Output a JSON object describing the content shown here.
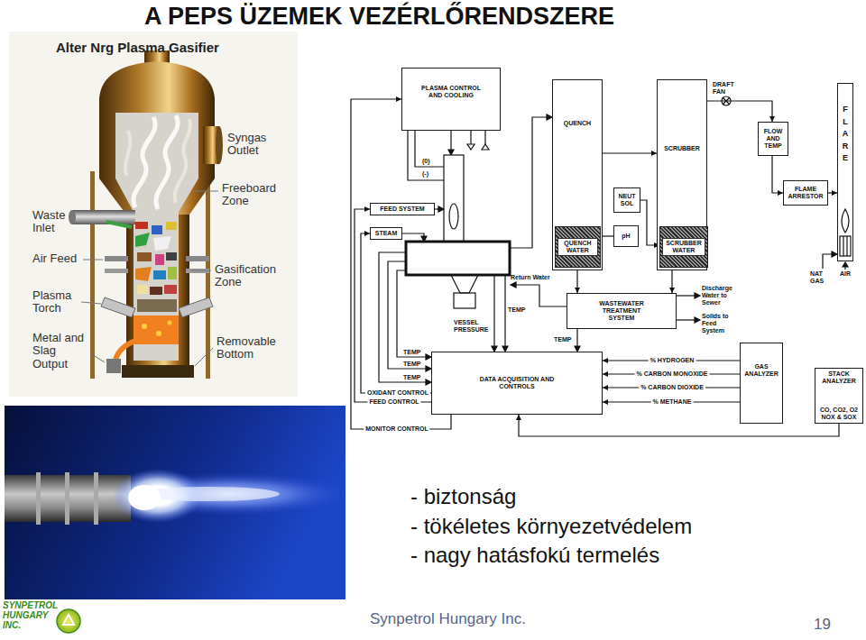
{
  "diagram": {
    "title": "A PEPS ÜZEMEK VEZÉRLŐRENDSZERE",
    "nodes": [
      {
        "text": [
          "PLASMA CONTROL AND COOLING"
        ]
      },
      {
        "text": [
          "QUENCH"
        ]
      },
      {
        "text": [
          "QUENCH WATER"
        ],
        "in": 1
      },
      {
        "text": [
          "NEUT SOL"
        ]
      },
      {
        "text": [
          "pH"
        ]
      },
      {
        "text": [
          "SCRUBBER"
        ]
      },
      {
        "text": [
          "SCRUBBER WATER"
        ],
        "in": 5
      },
      {
        "text": [
          "FLOW AND TEMP"
        ]
      },
      {
        "text": [
          "FLAME ARRESTOR"
        ]
      },
      {
        "text": [
          "FLARE"
        ]
      },
      {
        "text": [
          "FEED SYSTEM"
        ]
      },
      {
        "text": [
          "STEAM"
        ]
      },
      {
        "text": [
          "WASTEWATER TREATMENT SYSTEM"
        ]
      },
      {
        "text": [
          "DATA ACQUISITION AND CONTROLS"
        ]
      },
      {
        "text": [
          "GAS ANALYZER"
        ]
      },
      {
        "text": [
          "STACK ANALYZER",
          "CO, CO2, O2 NOX & SOX"
        ]
      }
    ],
    "edges": [
      {
        "from": 1,
        "to": 5,
        "arrow": "to"
      },
      {
        "from": 3,
        "to": 6,
        "arrow": "to"
      },
      {
        "from": 4,
        "to": 2,
        "arrow": "none"
      },
      {
        "from": 2,
        "to": 12,
        "arrow": "to"
      },
      {
        "from": 6,
        "to": 12,
        "arrow": "to"
      },
      {
        "from": 5,
        "to": 7,
        "arrow": "to"
      },
      {
        "from": 7,
        "to": 8,
        "arrow": "to"
      },
      {
        "from": 8,
        "to": 9,
        "arrow": "to"
      },
      {
        "from": 14,
        "to": 13,
        "label": "% HYDROGEN",
        "arrow": "to"
      },
      {
        "from": 14,
        "to": 13,
        "label": "% CARBON MONOXIDE",
        "arrow": "to"
      },
      {
        "from": 14,
        "to": 13,
        "label": "% CARBON DIOXIDE",
        "arrow": "to"
      },
      {
        "from": 14,
        "to": 13,
        "label": "% METHANE",
        "arrow": "to"
      },
      {
        "from": 15,
        "to": 13,
        "arrow": "to"
      },
      {
        "from": 13,
        "to": 10,
        "label": "FEED CONTROL",
        "arrow": "to"
      },
      {
        "from": 13,
        "to": 11,
        "label": "OXIDANT CONTROL",
        "arrow": "to"
      },
      {
        "from": 13,
        "to": 0,
        "label": "MONITOR CONTROL",
        "arrow": "to"
      }
    ],
    "labels": [
      "Alter Nrg Plasma Gasifier",
      "Syngas Outlet",
      "Freeboard Zone",
      "Waste Inlet",
      "Air Feed",
      "Gasification Zone",
      "Plasma Torch",
      "Metal and Slag Output",
      "Removable Bottom",
      "(0)",
      "(-)",
      "DRAFT FAN",
      "Return Water",
      "TEMP",
      "TEMP",
      "VESSEL PRESSURE",
      "TEMP",
      "TEMP",
      "TEMP",
      "Discharge Water to Sewer",
      "Solids to Feed System",
      "NAT GAS",
      "AIR",
      "- biztonság",
      "- tökéletes környezetvédelem",
      "- nagy hatásfokú termelés",
      "SYNPETROL HUNGARY INC.",
      "Synpetrol Hungary Inc.",
      "19"
    ]
  }
}
